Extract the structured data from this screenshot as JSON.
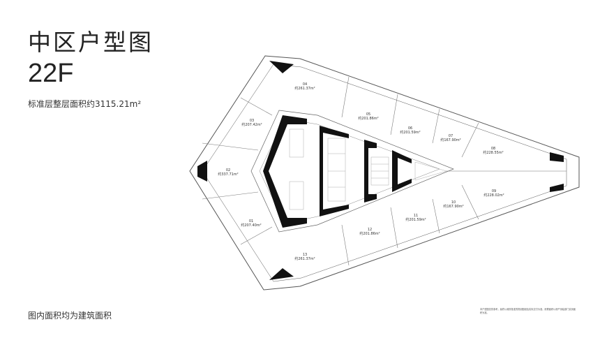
{
  "header": {
    "title": "中区户型图",
    "floor": "22F",
    "total_area": "标准层整层面积约3115.21m²"
  },
  "footer": {
    "note": "图内面积均为建筑面积",
    "disclaimer": "本户型图仅供参考，最终以政府批准的规划图纸及实际交付为准。房屋面积以房产测绘部门实测面积为准。"
  },
  "units": [
    {
      "no": "04",
      "area": "约261.37m²"
    },
    {
      "no": "05",
      "area": "约201.86m²"
    },
    {
      "no": "06",
      "area": "约201.59m²"
    },
    {
      "no": "07",
      "area": "约167.90m²"
    },
    {
      "no": "08",
      "area": "约228.55m²"
    },
    {
      "no": "03",
      "area": "约207.42m²"
    },
    {
      "no": "02",
      "area": "约337.71m²"
    },
    {
      "no": "01",
      "area": "约207.40m²"
    },
    {
      "no": "13",
      "area": "约261.37m²"
    },
    {
      "no": "12",
      "area": "约201.86m²"
    },
    {
      "no": "11",
      "area": "约201.59m²"
    },
    {
      "no": "10",
      "area": "约167.90m²"
    },
    {
      "no": "09",
      "area": "约228.02m²"
    }
  ]
}
